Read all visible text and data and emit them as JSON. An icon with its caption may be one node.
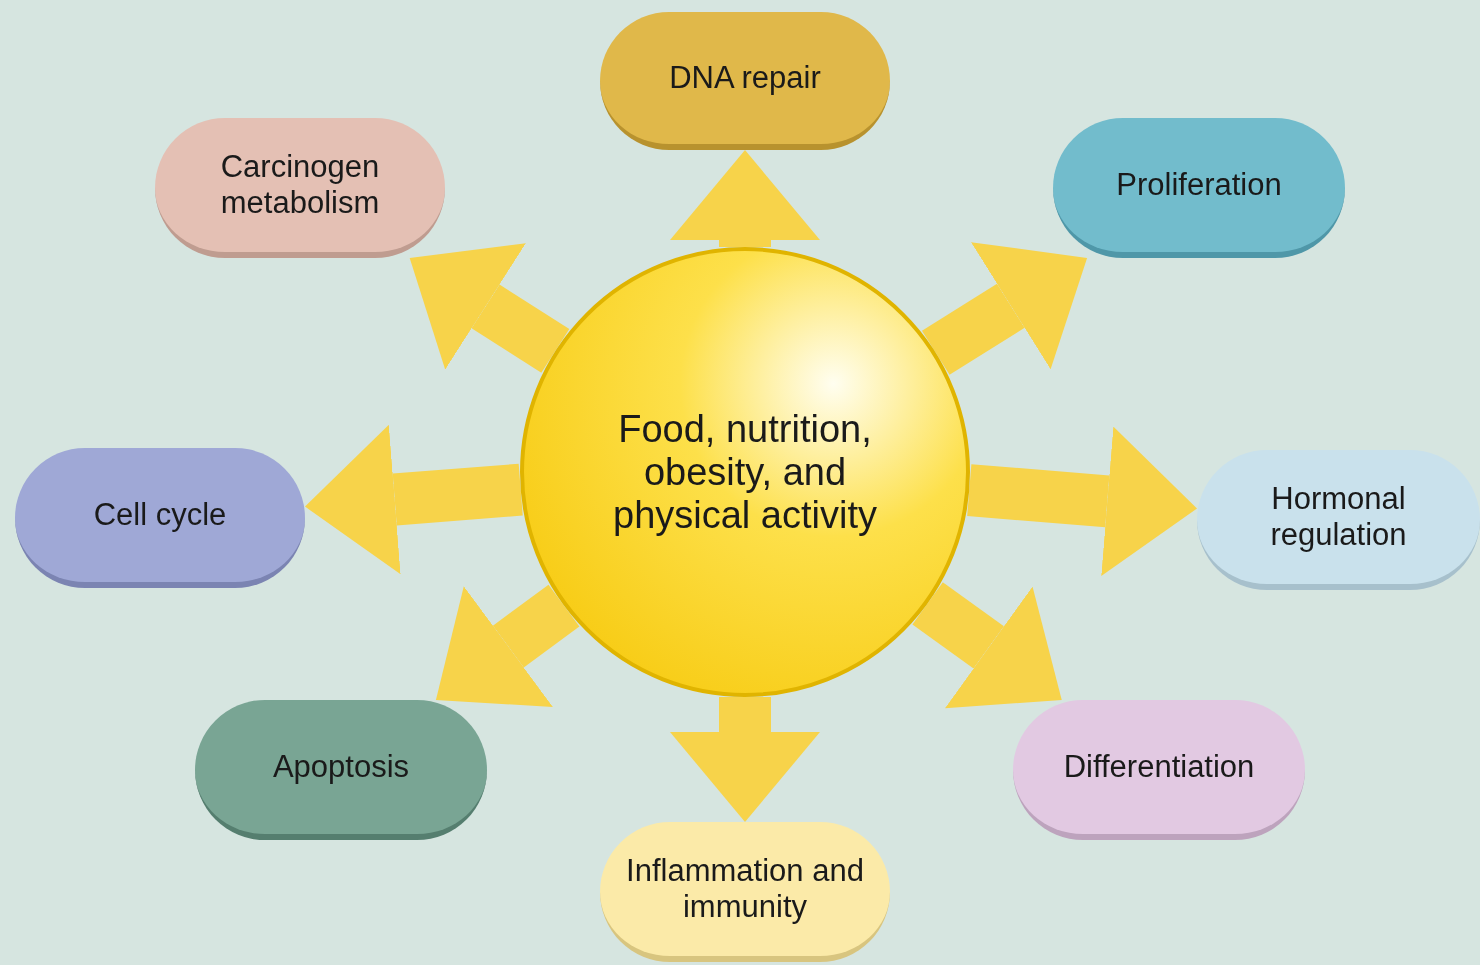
{
  "diagram": {
    "nodes": [
      {
        "text": [
          "Food, nutrition, obesity, and physical activity"
        ]
      },
      {
        "text": [
          "DNA repair"
        ]
      },
      {
        "text": [
          "Proliferation"
        ]
      },
      {
        "text": [
          "Hormonal regulation"
        ]
      },
      {
        "text": [
          "Differentiation"
        ]
      },
      {
        "text": [
          "Inflammation and immunity"
        ]
      },
      {
        "text": [
          "Apoptosis"
        ]
      },
      {
        "text": [
          "Cell cycle"
        ]
      },
      {
        "text": [
          "Carcinogen metabolism"
        ]
      }
    ],
    "edges": [
      {
        "from": 0,
        "to": 1,
        "arrow": "to"
      },
      {
        "from": 0,
        "to": 2,
        "arrow": "to"
      },
      {
        "from": 0,
        "to": 3,
        "arrow": "to"
      },
      {
        "from": 0,
        "to": 4,
        "arrow": "to"
      },
      {
        "from": 0,
        "to": 5,
        "arrow": "to"
      },
      {
        "from": 0,
        "to": 6,
        "arrow": "to"
      },
      {
        "from": 0,
        "to": 7,
        "arrow": "to"
      },
      {
        "from": 0,
        "to": 8,
        "arrow": "to"
      }
    ]
  }
}
